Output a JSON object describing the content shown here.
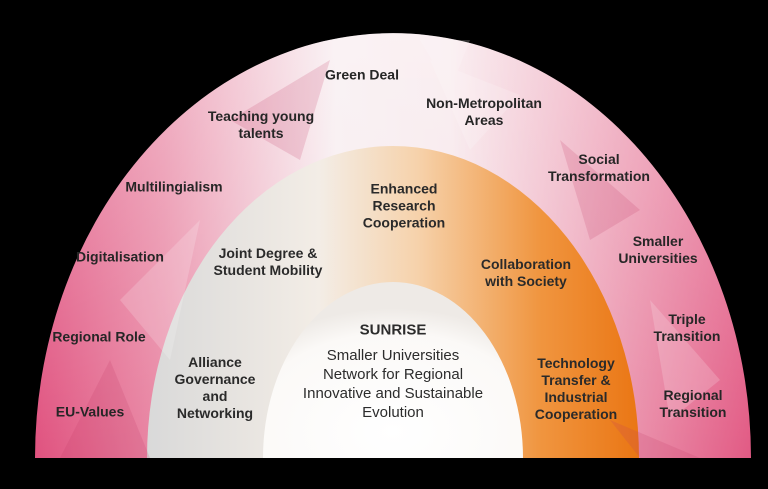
{
  "diagram": {
    "core": {
      "title": "SUNRISE",
      "subtitle": "Smaller Universities\nNetwork for Regional\nInnovative and Sustainable\nEvolution"
    },
    "middle_ring": [
      "Alliance\nGovernance\nand\nNetworking",
      "Joint Degree &\nStudent Mobility",
      "Enhanced\nResearch\nCooperation",
      "Collaboration\nwith Society",
      "Technology\nTransfer &\nIndustrial\nCooperation"
    ],
    "outer_ring": [
      "EU-Values",
      "Regional Role",
      "Digitalisation",
      "Multilingialism",
      "Teaching young\ntalents",
      "Green Deal",
      "Non-Metropolitan\nAreas",
      "Social\nTransformation",
      "Smaller\nUniversities",
      "Triple\nTransition",
      "Regional\nTransition"
    ],
    "colors": {
      "background": "#000000",
      "outer_pink": "#e05683",
      "outer_light": "#f6eaee",
      "middle_grey": "#dcdcdc",
      "middle_orange": "#ec7c1e",
      "core_white": "#ffffff"
    }
  }
}
